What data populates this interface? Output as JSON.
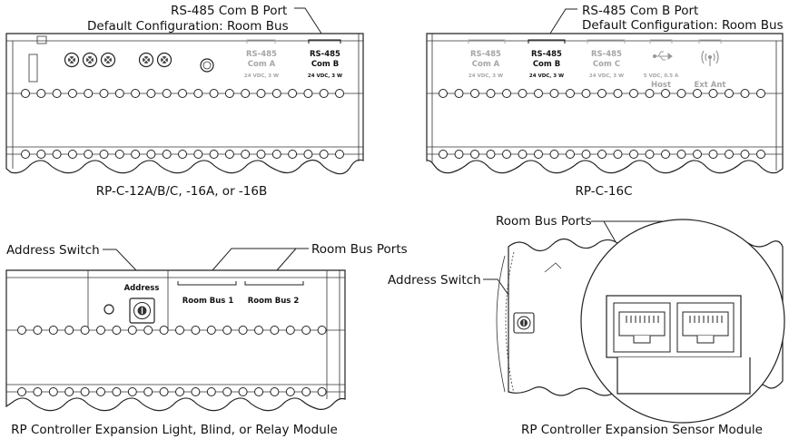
{
  "panel1": {
    "callout_line1": "RS-485 Com B Port",
    "callout_line2": "Default Configuration: Room Bus",
    "port_a_name": "RS-485",
    "port_a_sub": "Com A",
    "port_a_power": "24 VDC, 3 W",
    "port_b_name": "RS-485",
    "port_b_sub": "Com B",
    "port_b_power": "24 VDC, 3 W",
    "caption": "RP-C-12A/B/C, -16A, or -16B"
  },
  "panel2": {
    "callout_line1": "RS-485 Com B Port",
    "callout_line2": "Default Configuration: Room Bus",
    "port_a_name": "RS-485",
    "port_a_sub": "Com A",
    "port_a_power": "24 VDC, 3 W",
    "port_b_name": "RS-485",
    "port_b_sub": "Com B",
    "port_b_power": "24 VDC, 3 W",
    "port_c_name": "RS-485",
    "port_c_sub": "Com C",
    "port_c_power": "24 VDC, 3 W",
    "host_power": "5 VDC, 0.5 A",
    "host_label": "Host",
    "ant_label": "Ext Ant",
    "caption": "RP-C-16C"
  },
  "panel3": {
    "address_callout": "Address Switch",
    "ports_callout": "Room Bus Ports",
    "address_label": "Address",
    "port1_label": "Room Bus 1",
    "port2_label": "Room Bus 2",
    "caption": "RP Controller Expansion Light, Blind, or Relay Module"
  },
  "panel4": {
    "ports_callout": "Room Bus Ports",
    "address_callout": "Address Switch",
    "caption": "RP Controller Expansion Sensor Module"
  },
  "icons": [
    "screw-terminal-icon",
    "usb-icon",
    "antenna-icon",
    "rj45-jack-icon",
    "rotary-switch-icon"
  ]
}
